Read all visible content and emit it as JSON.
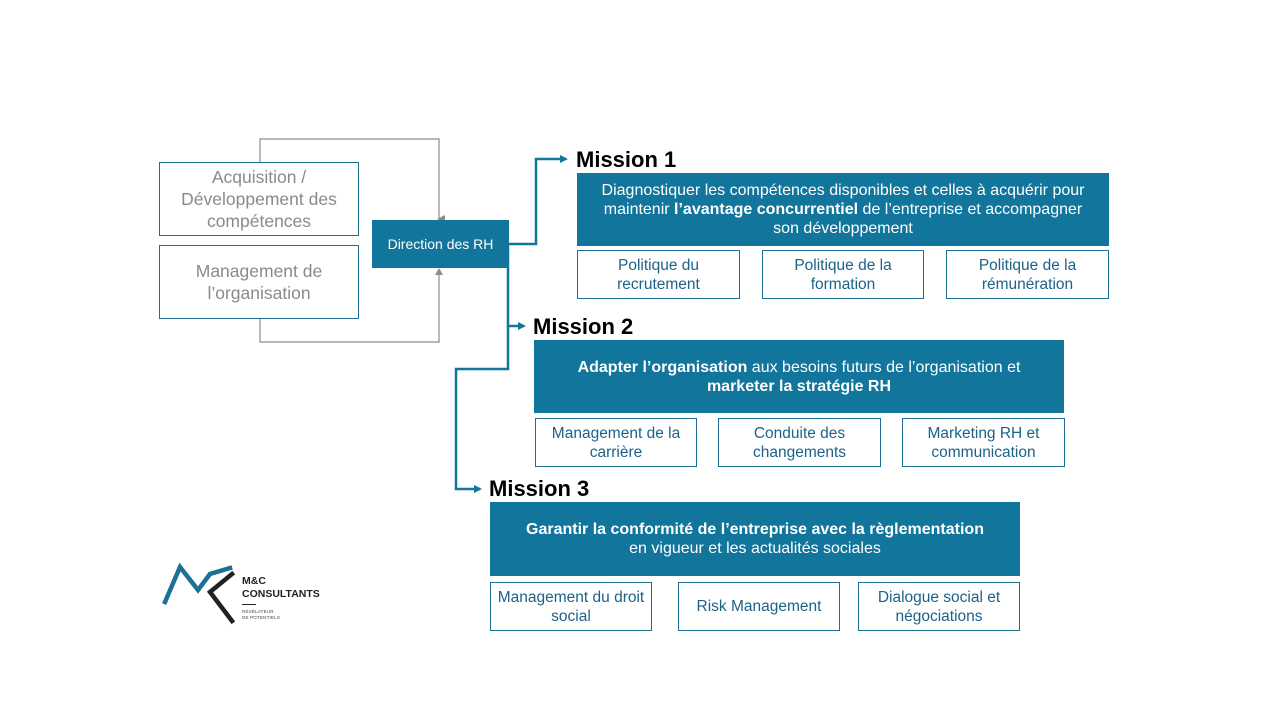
{
  "left": {
    "acquisition_label": "Acquisition / Développement des compétences",
    "management_label": "Management de l’organisation",
    "direction_label": "Direction des RH"
  },
  "missions": [
    {
      "title": "Mission 1",
      "desc_lines": [
        [
          {
            "t": "Diagnostiquer les compétences disponibles et celles à acquérir pour",
            "b": false
          }
        ],
        [
          {
            "t": "maintenir ",
            "b": false
          },
          {
            "t": "l’avantage concurrentiel",
            "b": true
          },
          {
            "t": " de l’entreprise et accompagner",
            "b": false
          }
        ],
        [
          {
            "t": "son développement",
            "b": false
          }
        ]
      ],
      "subs": [
        "Politique du recrutement",
        "Politique de la formation",
        "Politique de la rémunération"
      ]
    },
    {
      "title": "Mission 2",
      "desc_lines": [
        [
          {
            "t": "Adapter l’organisation",
            "b": true
          },
          {
            "t": " aux besoins futurs de l’organisation et",
            "b": false
          }
        ],
        [
          {
            "t": "marketer la stratégie RH",
            "b": true
          }
        ]
      ],
      "subs": [
        "Management de la carrière",
        "Conduite des changements",
        "Marketing RH et communication"
      ]
    },
    {
      "title": "Mission 3",
      "desc_lines": [
        [
          {
            "t": "Garantir la conformité de l’entreprise avec la règlementation",
            "b": true
          }
        ],
        [
          {
            "t": "en vigueur et les actualités sociales",
            "b": false
          }
        ]
      ],
      "subs": [
        "Management du droit social",
        "Risk Management",
        "Dialogue social et négociations"
      ]
    }
  ],
  "logo": {
    "name_line1": "M&C",
    "name_line2": "CONSULTANTS",
    "tag_line1": "RÉVÉLATEUR",
    "tag_line2": "DE POTENTIELS",
    "colors": {
      "blue": "#1c6f95",
      "dark": "#222222"
    }
  },
  "colors": {
    "accent": "#11759c",
    "border": "#1f6e93",
    "connector_grey": "#8c8c8c"
  }
}
